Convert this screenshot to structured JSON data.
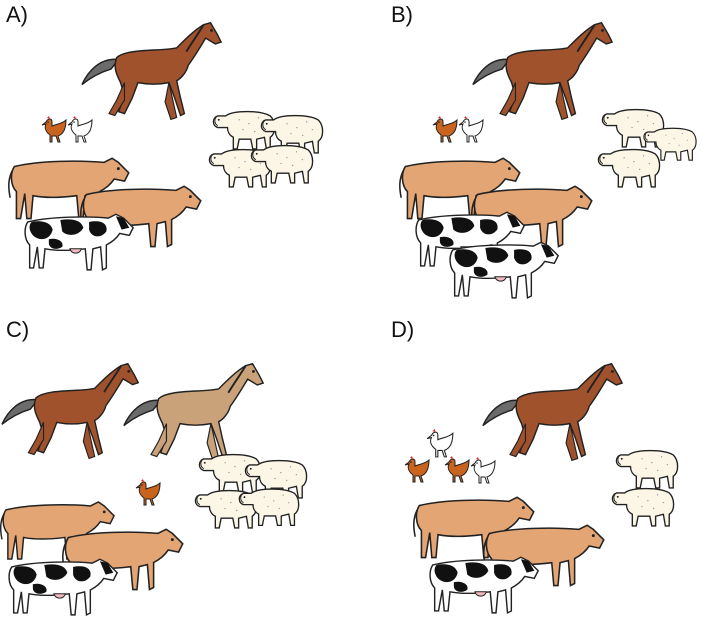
{
  "panels": [
    {
      "id": "A",
      "label": "A)"
    },
    {
      "id": "B",
      "label": "B)"
    },
    {
      "id": "C",
      "label": "C)"
    },
    {
      "id": "D",
      "label": "D)"
    }
  ],
  "colors": {
    "horse_brown": "#a0522d",
    "horse_tan": "#c9a27a",
    "cow_tan": "#e3a574",
    "holstein_black": "#111111",
    "sheep_cream": "#fbf6e6",
    "hen_brown": "#c8641e",
    "hen_white": "#ffffff",
    "outline": "#222222",
    "tail_gray": "#6b6b6b"
  }
}
